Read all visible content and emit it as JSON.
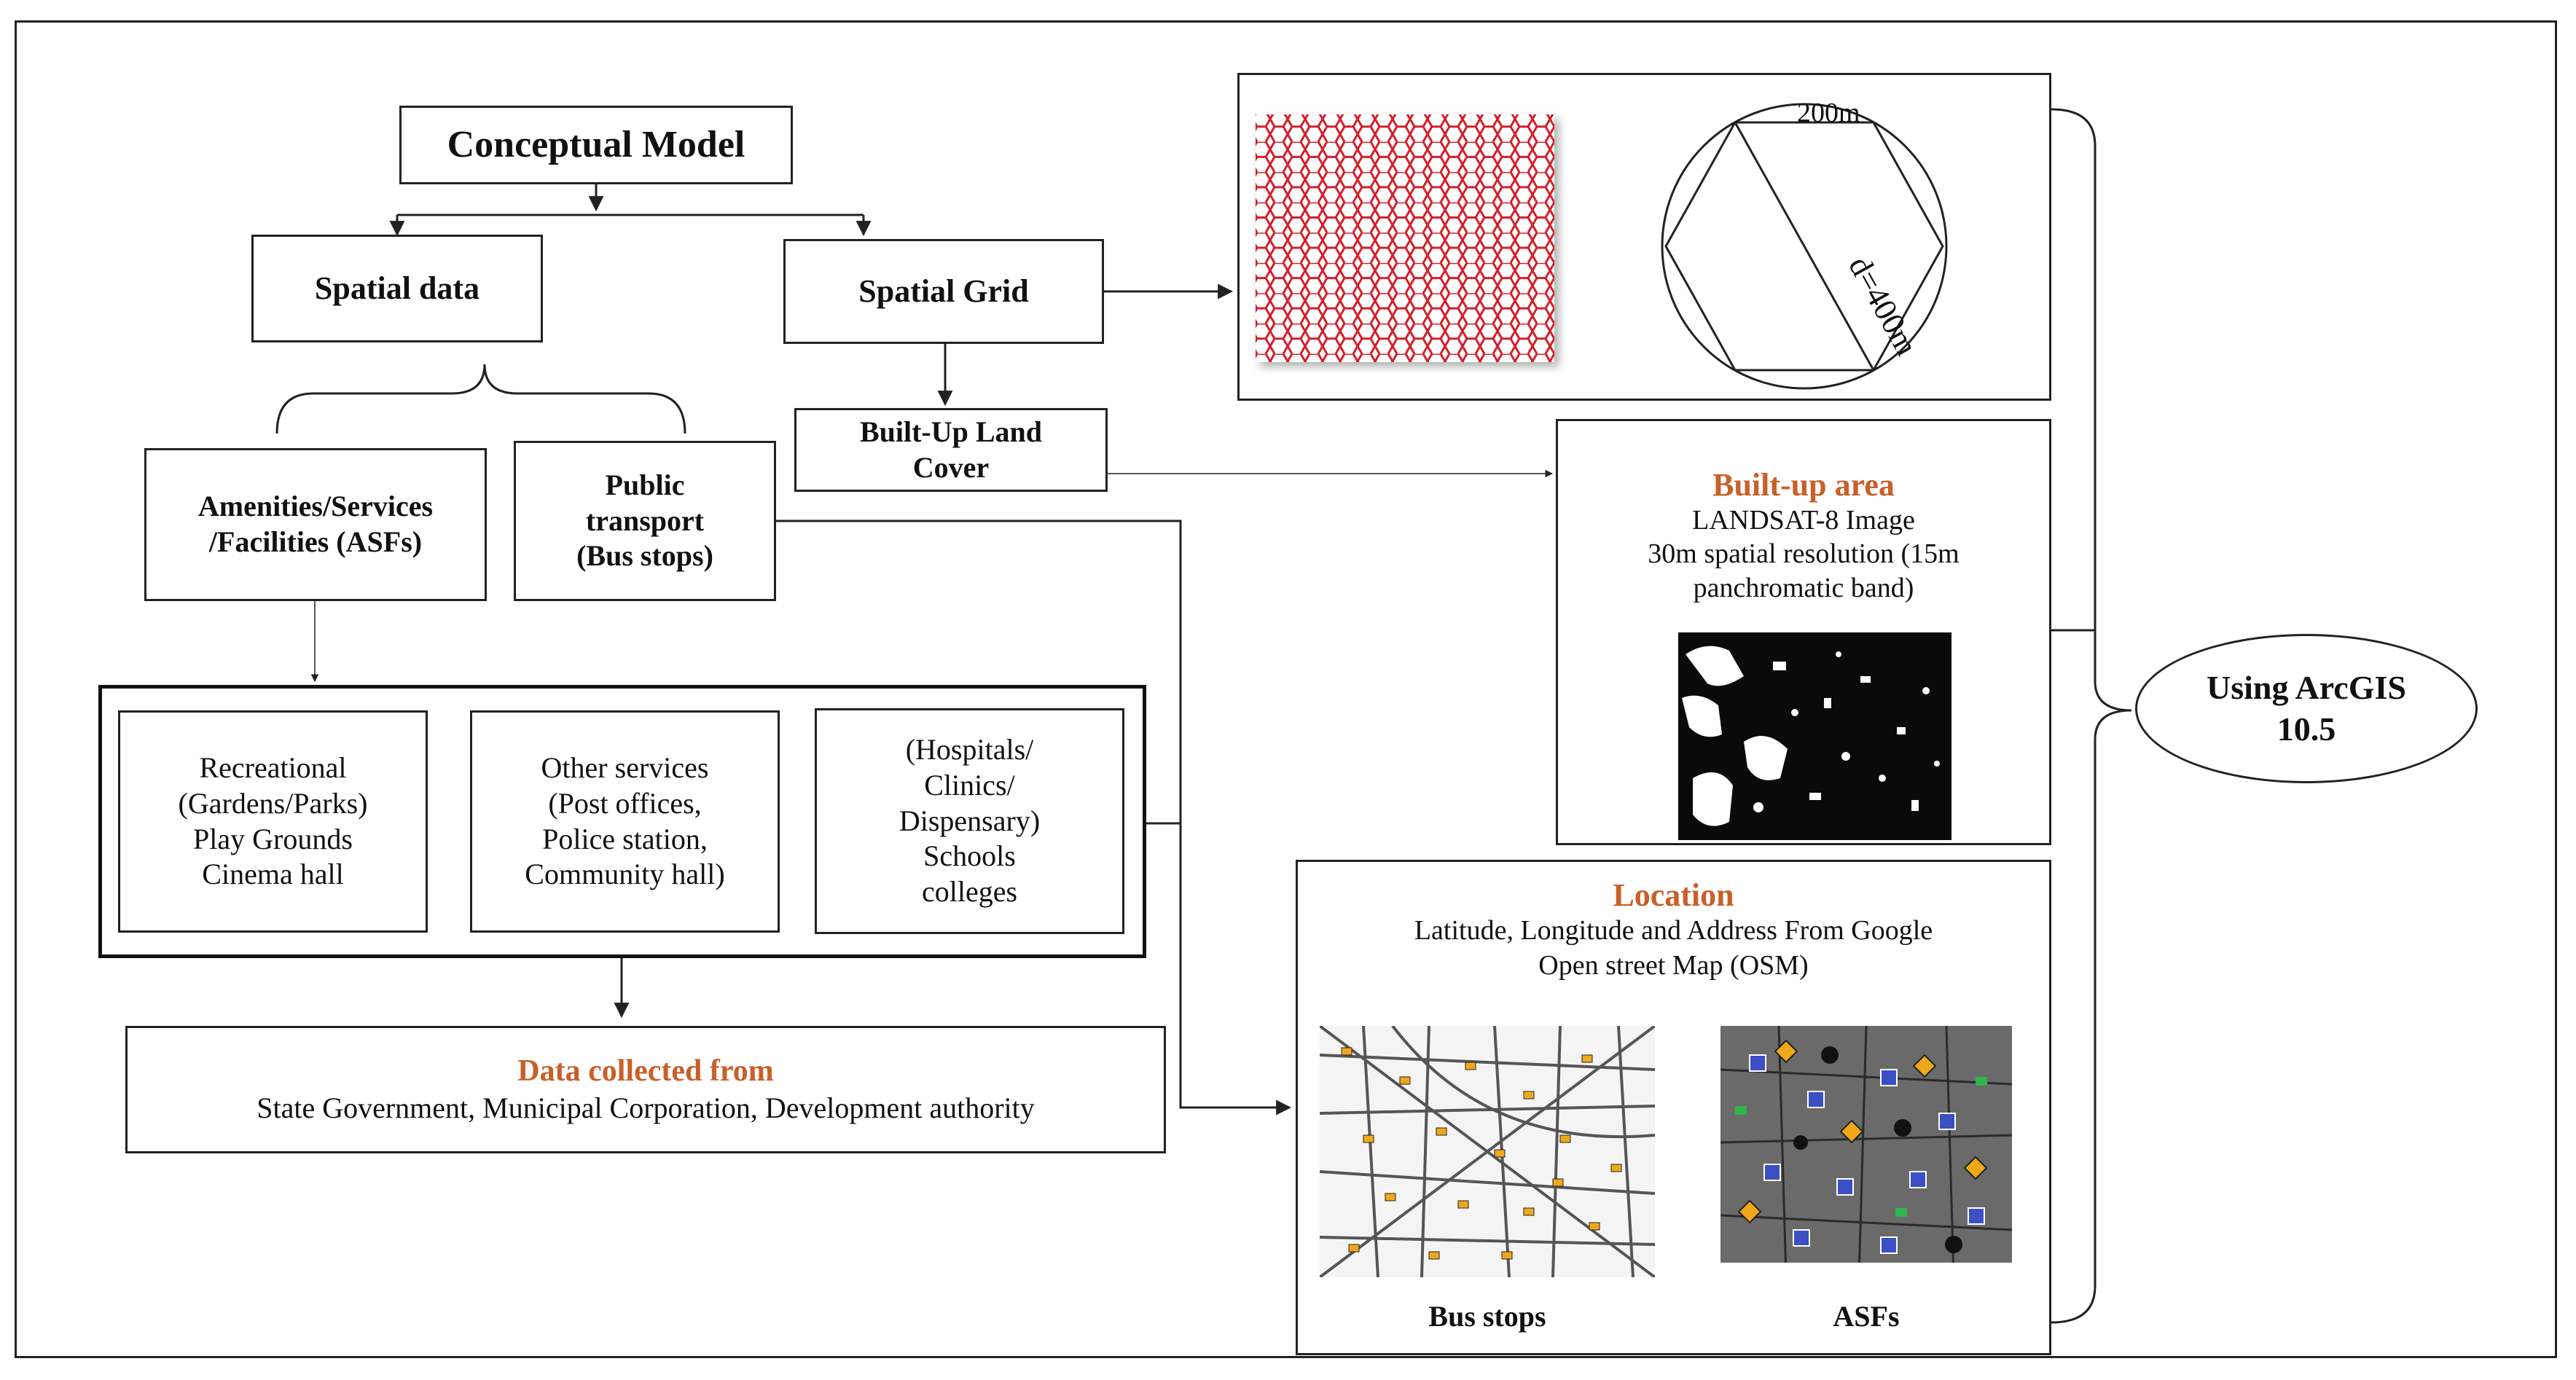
{
  "title": "Conceptual Model",
  "spatial_data": "Spatial data",
  "spatial_grid": "Spatial Grid",
  "built_up_land_cover": [
    "Built-Up Land",
    "Cover"
  ],
  "asfs": [
    "Amenities/Services",
    "/Facilities (ASFs)"
  ],
  "public_transport": [
    "Public",
    "transport",
    "(Bus stops)"
  ],
  "categories": {
    "recreational": [
      "Recreational",
      "(Gardens/Parks)",
      "Play Grounds",
      "Cinema hall"
    ],
    "other_services": [
      "Other services",
      "(Post offices,",
      "Police station,",
      "Community hall)"
    ],
    "health_education": [
      "(Hospitals/",
      "Clinics/",
      "Dispensary)",
      "Schools",
      "colleges"
    ]
  },
  "data_collected": {
    "heading": "Data collected from",
    "sources": "State Government, Municipal Corporation, Development authority"
  },
  "hex_grid": {
    "side_label": "200m",
    "diameter_label": "d=400m",
    "hex_color": "#d21f2a"
  },
  "built_up": {
    "heading": "Built-up area",
    "lines": [
      "LANDSAT-8 Image",
      "30m spatial resolution (15m",
      "panchromatic band)"
    ]
  },
  "location": {
    "heading": "Location",
    "lines": [
      "Latitude, Longitude and Address From Google",
      "Open street Map (OSM)"
    ],
    "map_labels": [
      "Bus stops",
      "ASFs"
    ]
  },
  "software": [
    "Using ArcGIS",
    "10.5"
  ],
  "colors": {
    "accent": "#c8602a",
    "bus_marker": "#f0a81a",
    "asf_marker": "#3c4fc4"
  }
}
